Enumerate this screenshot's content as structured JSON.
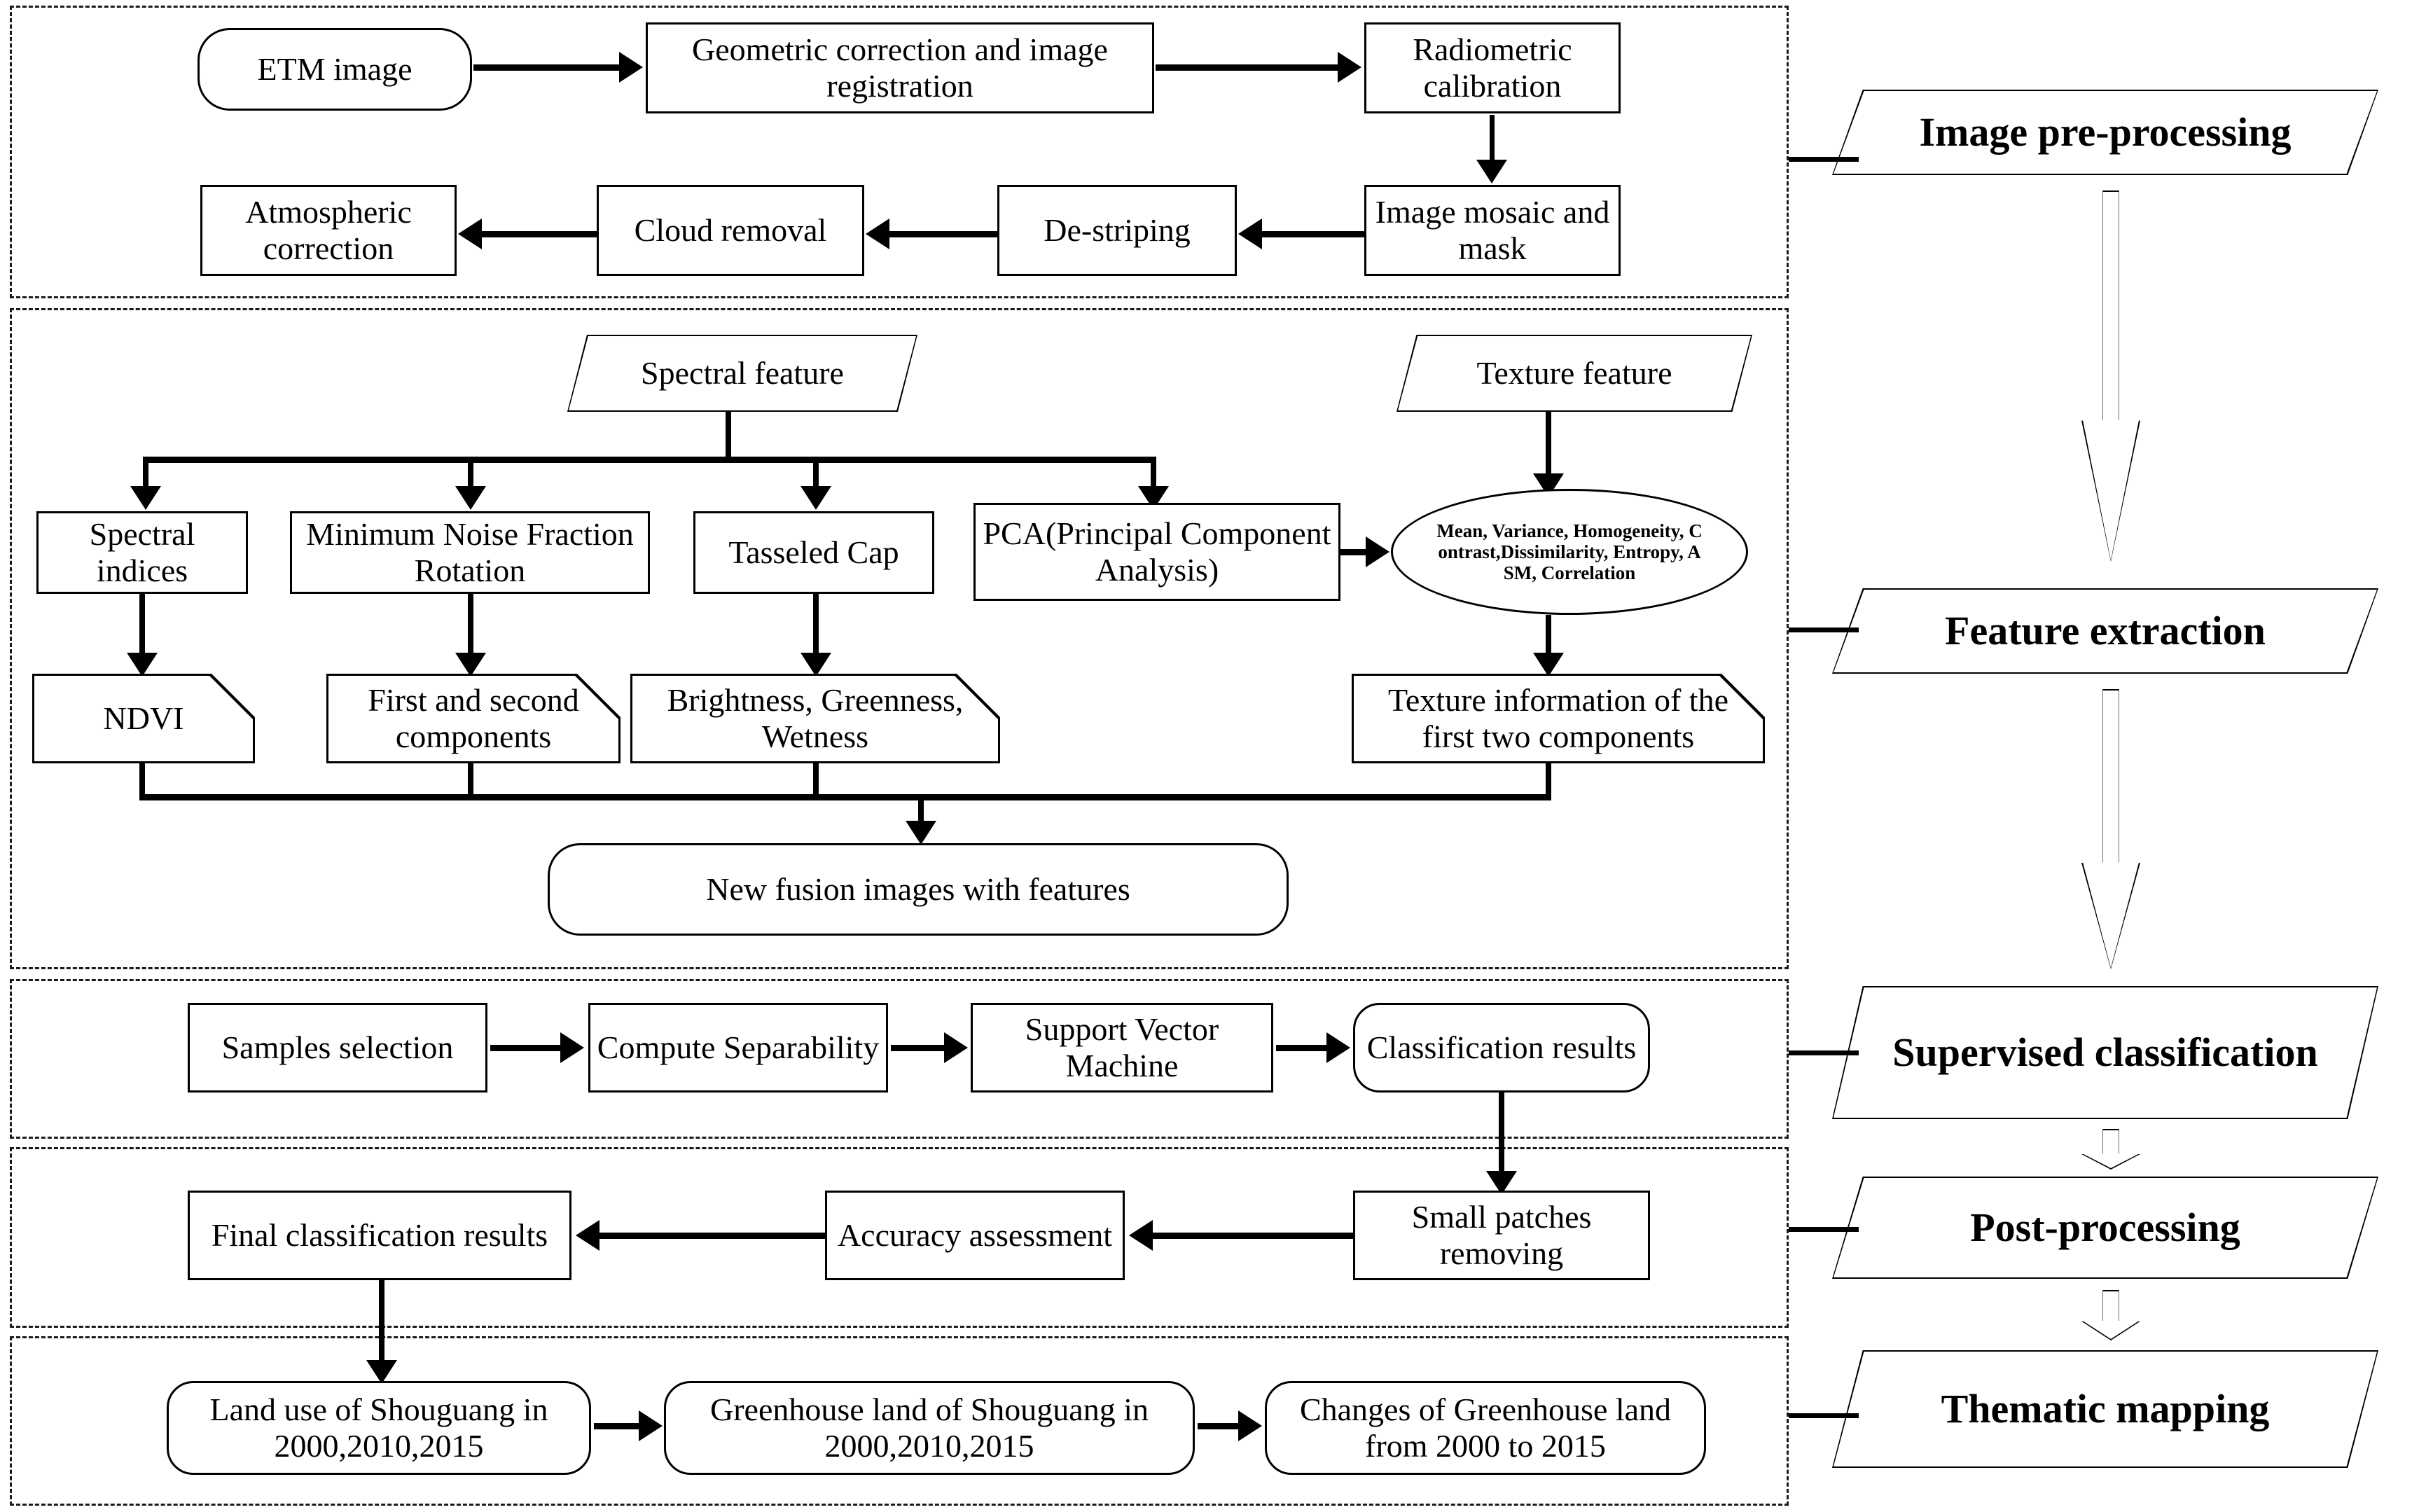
{
  "diagram": {
    "title": "Remote sensing greenhouse land mapping workflow",
    "accent_color": "#000000",
    "background_color": "#ffffff"
  },
  "stages": [
    {
      "id": "image-pre-processing",
      "label": "Image pre-processing"
    },
    {
      "id": "feature-extraction",
      "label": "Feature extraction"
    },
    {
      "id": "supervised-classification",
      "label": "Supervised classification"
    },
    {
      "id": "post-processing",
      "label": "Post-processing"
    },
    {
      "id": "thematic-mapping",
      "label": "Thematic mapping"
    }
  ],
  "preprocessing": {
    "etm_image": "ETM image",
    "geometric_correction": "Geometric correction and image registration",
    "radiometric_calibration": "Radiometric calibration",
    "image_mosaic": "Image mosaic and mask",
    "de_striping": "De-striping",
    "cloud_removal": "Cloud removal",
    "atmospheric_correction": "Atmospheric correction"
  },
  "feature_extraction": {
    "spectral_feature": "Spectral feature",
    "texture_feature": "Texture feature",
    "spectral_indices": "Spectral indices",
    "mnf_rotation": "Minimum Noise Fraction Rotation",
    "tasseled_cap": "Tasseled Cap",
    "pca": "PCA(Principal Component Analysis)",
    "glcm_measures": "Mean, Variance, Homogeneity, Contrast,Dissimilarity, Entropy, ASM, Correlation",
    "glcm_line1": "Mean, Variance, Homogeneity, C",
    "glcm_line2": "ontrast,Dissimilarity, Entropy, A",
    "glcm_line3": "SM, Correlation",
    "ndvi": "NDVI",
    "first_second_components": "First and second components",
    "brightness_greenness_wetness": "Brightness, Greenness, Wetness",
    "texture_information": "Texture information of the first two components",
    "new_fusion_images": "New fusion images with  features"
  },
  "classification": {
    "samples_selection": "Samples selection",
    "compute_separability": "Compute Separability",
    "support_vector_machine": "Support Vector Machine",
    "classification_results": "Classification results"
  },
  "postprocessing": {
    "small_patches_removing": "Small patches removing",
    "accuracy_assessment": "Accuracy assessment",
    "final_classification_results": "Final classification results"
  },
  "thematic": {
    "land_use": "Land use of Shouguang in 2000,2010,2015",
    "greenhouse_land": "Greenhouse land  of Shouguang in 2000,2010,2015",
    "greenhouse_changes": "Changes of Greenhouse land   from 2000 to 2015"
  }
}
